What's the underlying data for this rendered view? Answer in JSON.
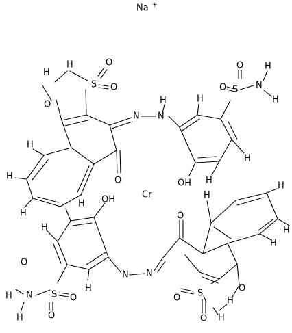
{
  "compound": {
    "counter_ion": "Na",
    "counter_ion_charge": "+",
    "metal": "Cr"
  },
  "atom_labels": {
    "O": "O",
    "S": "S",
    "N": "N",
    "H": "H",
    "OH": "OH"
  }
}
